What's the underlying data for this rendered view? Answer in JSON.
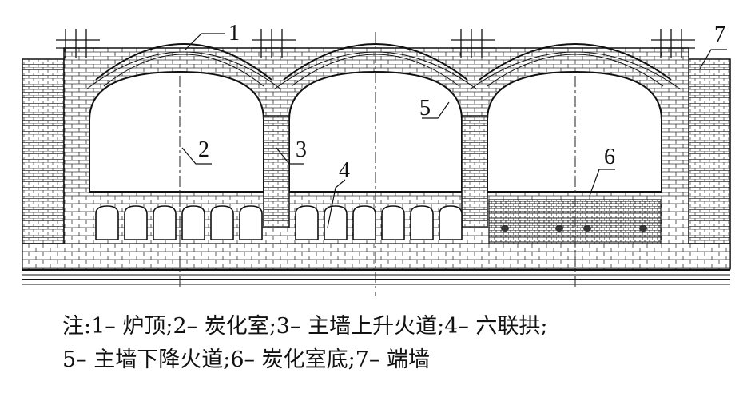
{
  "labels": [
    {
      "id": "1",
      "text": "1"
    },
    {
      "id": "2",
      "text": "2"
    },
    {
      "id": "3",
      "text": "3"
    },
    {
      "id": "4",
      "text": "4"
    },
    {
      "id": "5",
      "text": "5"
    },
    {
      "id": "6",
      "text": "6"
    },
    {
      "id": "7",
      "text": "7"
    }
  ],
  "caption": {
    "line1": "注:1– 炉顶;2– 炭化室;3– 主墙上升火道;4– 六联拱;",
    "line2": "5– 主墙下降火道;6– 炭化室底;7– 端墙"
  },
  "colors": {
    "line": "#1a1a1a",
    "background": "#ffffff"
  }
}
